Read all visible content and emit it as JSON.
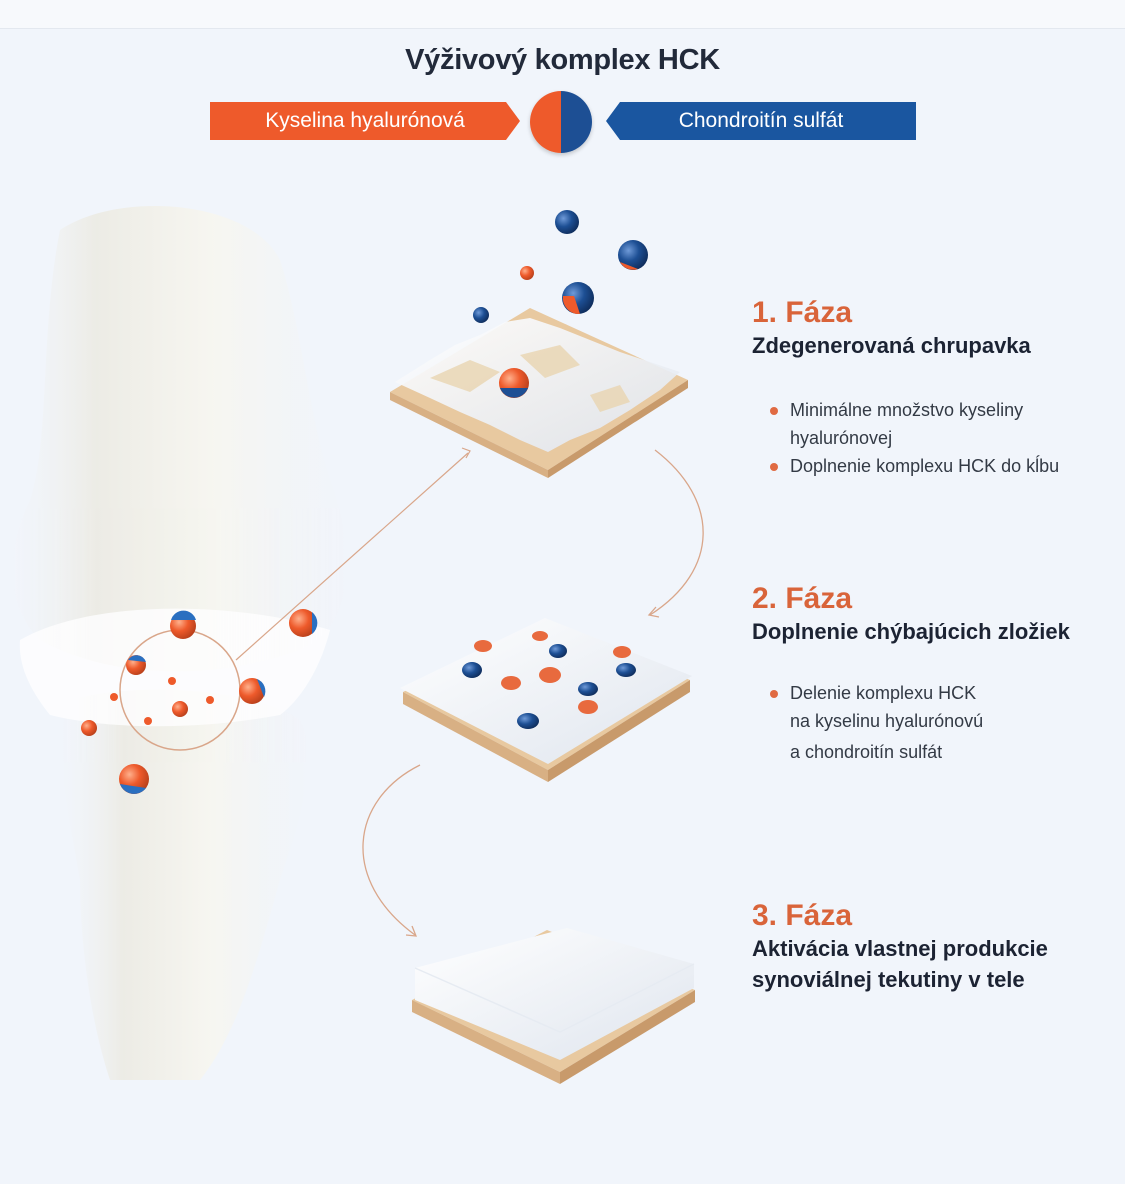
{
  "title": "Výživový komplex HCK",
  "components": {
    "left": "Kyselina hyalurónová",
    "right": "Chondroitín sulfát"
  },
  "colors": {
    "orange": "#ee5a2b",
    "blue": "#1a56a0",
    "phase_accent": "#d9643a"
  },
  "phases": [
    {
      "number": "1. Fáza",
      "heading": "Zdegenerovaná chrupavka",
      "bullets": [
        "Minimálne množstvo kyseliny",
        "hyalurónovej",
        "Doplnenie komplexu HCK do kĺbu"
      ]
    },
    {
      "number": "2. Fáza",
      "heading": "Doplnenie chýbajúcich zložiek",
      "bullets": [
        "Delenie komplexu HCK",
        "na kyselinu hyalurónovú",
        "a chondroitín sulfát"
      ]
    },
    {
      "number": "3. Fáza",
      "heading_lines": [
        "Aktivácia vlastnej produkcie",
        "synoviálnej tekutiny v tele"
      ]
    }
  ]
}
